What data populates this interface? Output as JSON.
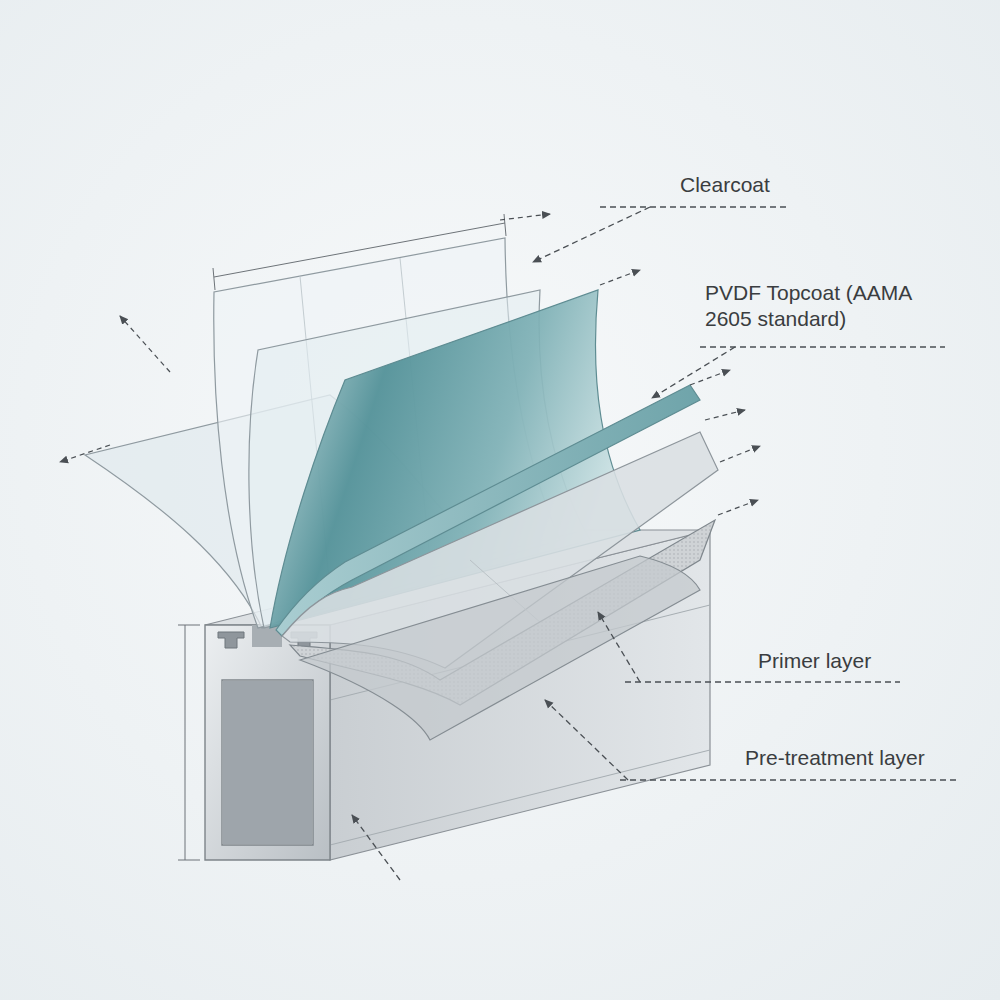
{
  "diagram": {
    "labels": [
      "Clearcoat",
      "PVDF Topcoat (AAMA 2605 standard)",
      "Primer layer",
      "Pre-treatment layer"
    ]
  }
}
